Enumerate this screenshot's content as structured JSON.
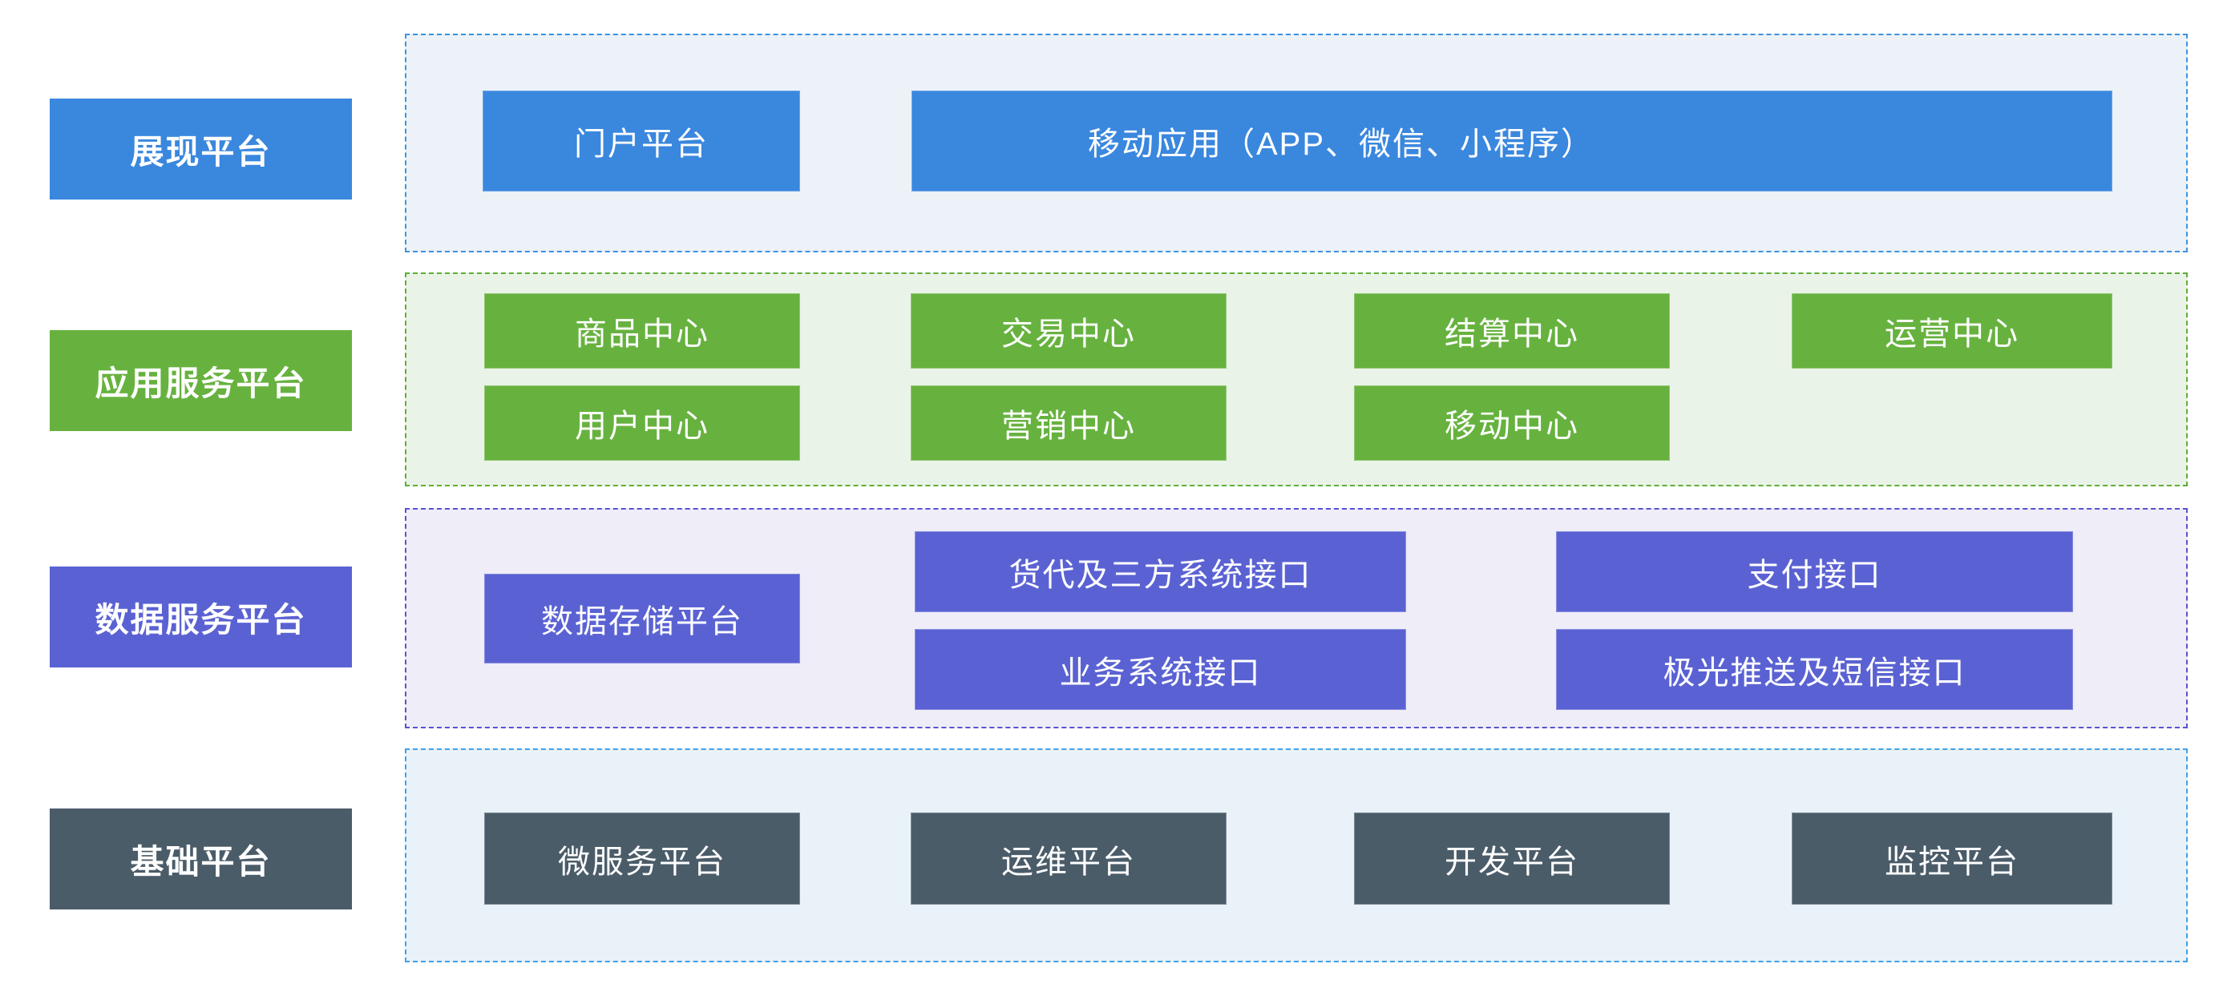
{
  "diagram": {
    "rows": [
      {
        "label": "展现平台",
        "accent_color": "#3A87DE",
        "container_bg": "#ECF2F7",
        "border_color": "#3E93E0",
        "items": [
          {
            "label": "门户平台"
          },
          {
            "label": "移动应用（APP、微信、小程序）"
          }
        ]
      },
      {
        "label": "应用服务平台",
        "accent_color": "#67B23F",
        "container_bg": "#EAF3E7",
        "border_color": "#5CAF35",
        "items": [
          {
            "label": "商品中心"
          },
          {
            "label": "交易中心"
          },
          {
            "label": "结算中心"
          },
          {
            "label": "运营中心"
          },
          {
            "label": "用户中心"
          },
          {
            "label": "营销中心"
          },
          {
            "label": "移动中心"
          }
        ]
      },
      {
        "label": "数据服务平台",
        "accent_color": "#5A62D3",
        "container_bg": "#EEEDF8",
        "border_color": "#5A52D0",
        "items": [
          {
            "label": "数据存储平台"
          },
          {
            "label": "货代及三方系统接口"
          },
          {
            "label": "支付接口"
          },
          {
            "label": "业务系统接口"
          },
          {
            "label": "极光推送及短信接口"
          }
        ]
      },
      {
        "label": "基础平台",
        "accent_color": "#4B5C69",
        "container_bg": "#E9F2F9",
        "border_color": "#42A0E6",
        "items": [
          {
            "label": "微服务平台"
          },
          {
            "label": "运维平台"
          },
          {
            "label": "开发平台"
          },
          {
            "label": "监控平台"
          }
        ]
      }
    ]
  }
}
